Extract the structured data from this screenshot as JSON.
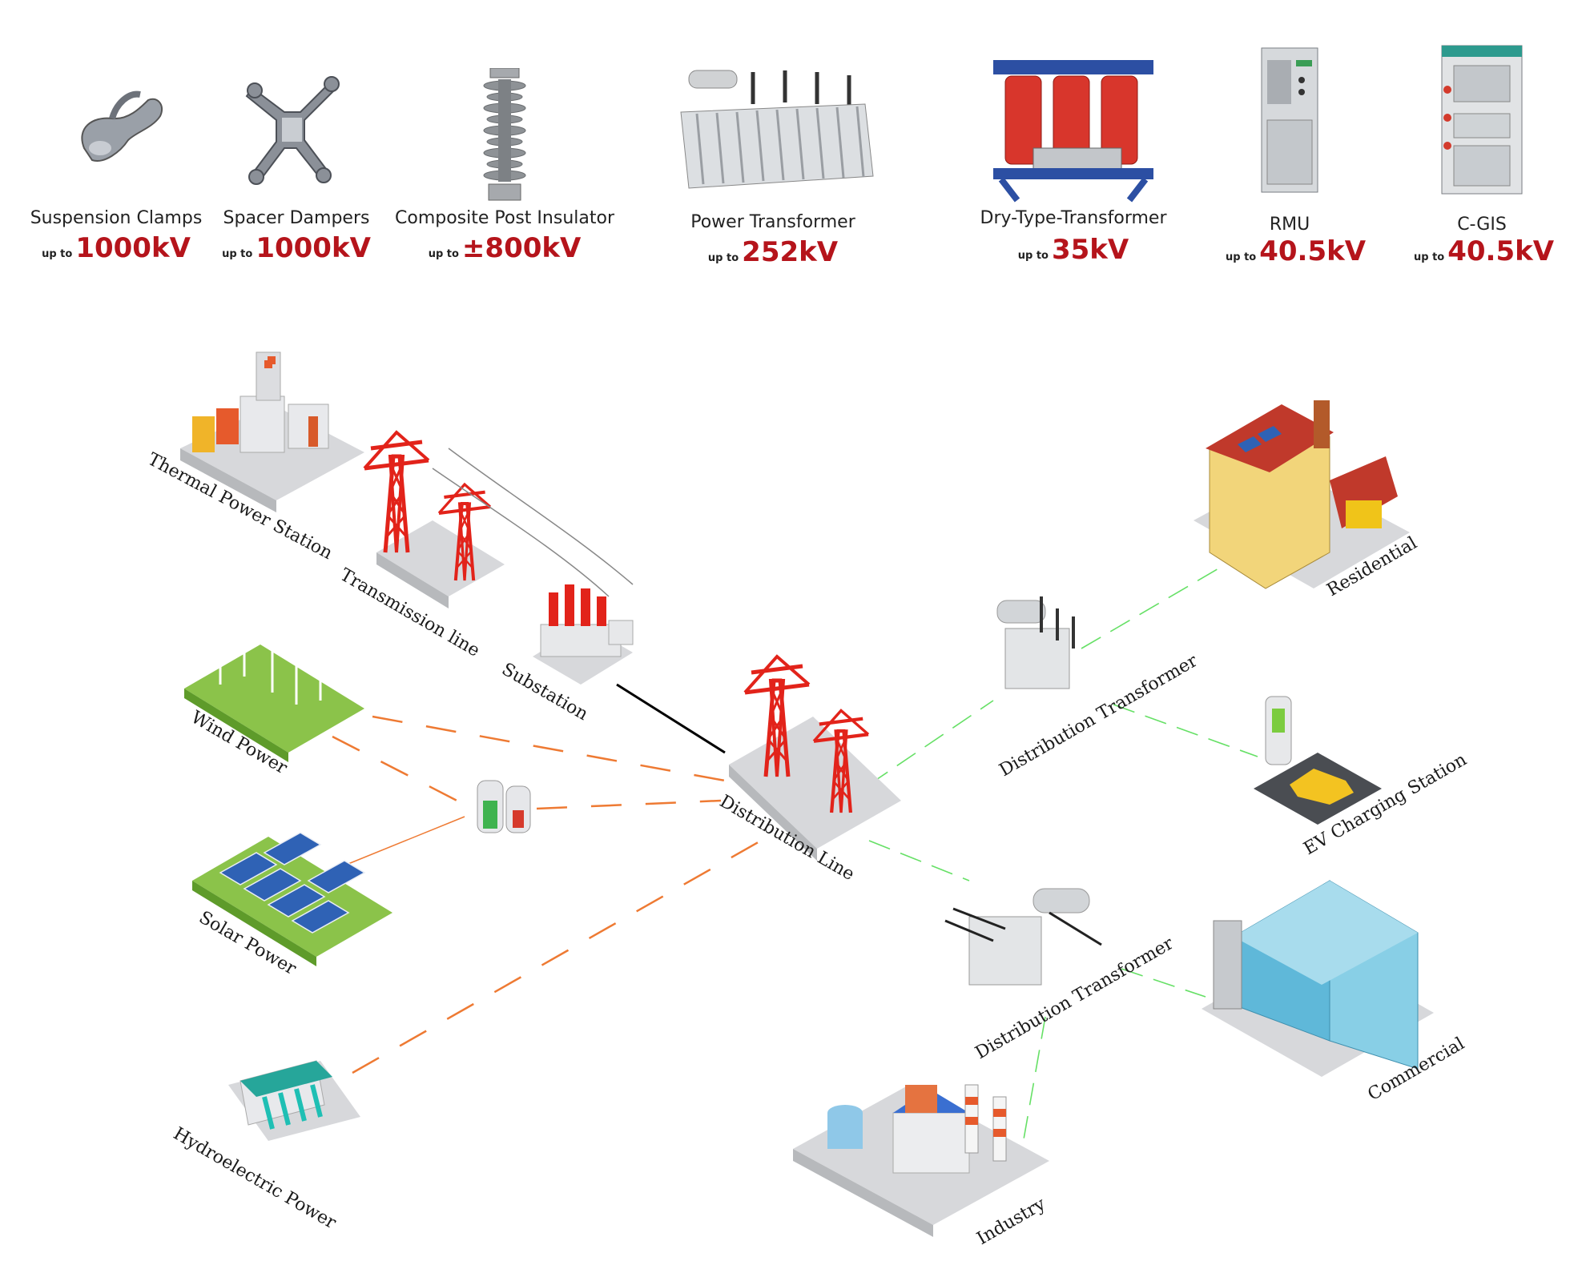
{
  "products": [
    {
      "id": "suspension-clamps",
      "name": "Suspension Clamps",
      "upto": "up to",
      "rating": "1000kV"
    },
    {
      "id": "spacer-dampers",
      "name": "Spacer Dampers",
      "upto": "up to",
      "rating": "1000kV"
    },
    {
      "id": "composite-post-insulator",
      "name": "Composite Post Insulator",
      "upto": "up to",
      "rating": "±800kV"
    },
    {
      "id": "power-transformer",
      "name": "Power Transformer",
      "upto": "up to",
      "rating": "252kV"
    },
    {
      "id": "dry-type-transformer",
      "name": "Dry-Type-Transformer",
      "upto": "up to",
      "rating": "35kV"
    },
    {
      "id": "rmu",
      "name": "RMU",
      "upto": "up to",
      "rating": "40.5kV"
    },
    {
      "id": "c-gis",
      "name": "C-GIS",
      "upto": "up to",
      "rating": "40.5kV"
    }
  ],
  "nodes": {
    "thermal": "Thermal Power Station",
    "transmission": "Transmission line",
    "substation": "Substation",
    "wind": "Wind Power",
    "solar": "Solar Power",
    "hydro": "Hydroelectric Power",
    "distribution_line": "Distribution Line",
    "dist_transformer_1": "Distribution Transformer",
    "dist_transformer_2": "Distribution Transformer",
    "residential": "Residential",
    "ev": "EV Charging Station",
    "commercial": "Commercial",
    "industry": "Industry"
  },
  "colors": {
    "rating": "#b5141b",
    "generation_link": "#ee7a33",
    "consumer_link": "#66e066",
    "tower": "#e2231a",
    "ground": "#d7d8db"
  }
}
